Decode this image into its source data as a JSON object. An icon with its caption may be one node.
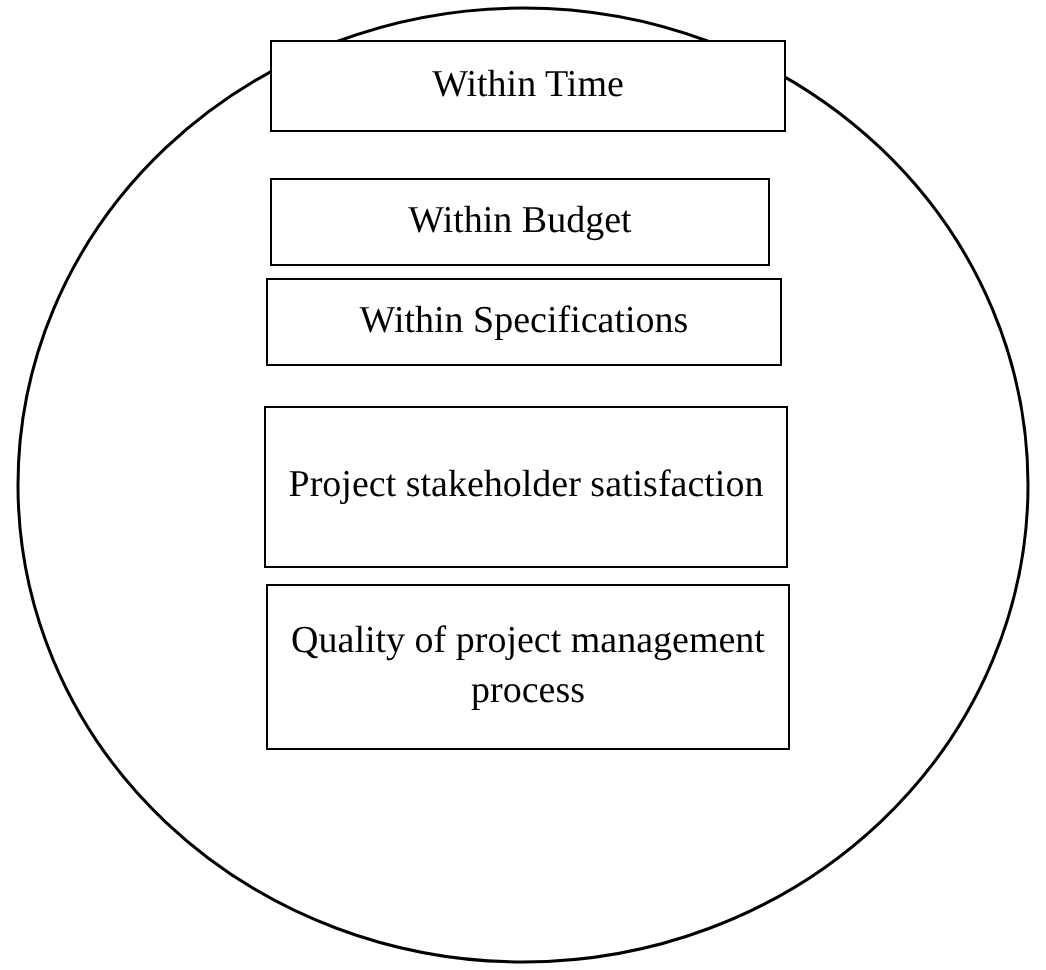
{
  "diagram": {
    "nodes": [
      {
        "text": [],
        "shape": "circle"
      },
      {
        "text": [
          "Within Time"
        ],
        "in": 0
      },
      {
        "text": [
          "Within Budget"
        ],
        "in": 0
      },
      {
        "text": [
          "Within Specifications"
        ],
        "in": 0
      },
      {
        "text": [
          "Project stakeholder satisfaction"
        ],
        "in": 0
      },
      {
        "text": [
          "Quality of project management process"
        ],
        "in": 0
      }
    ]
  }
}
